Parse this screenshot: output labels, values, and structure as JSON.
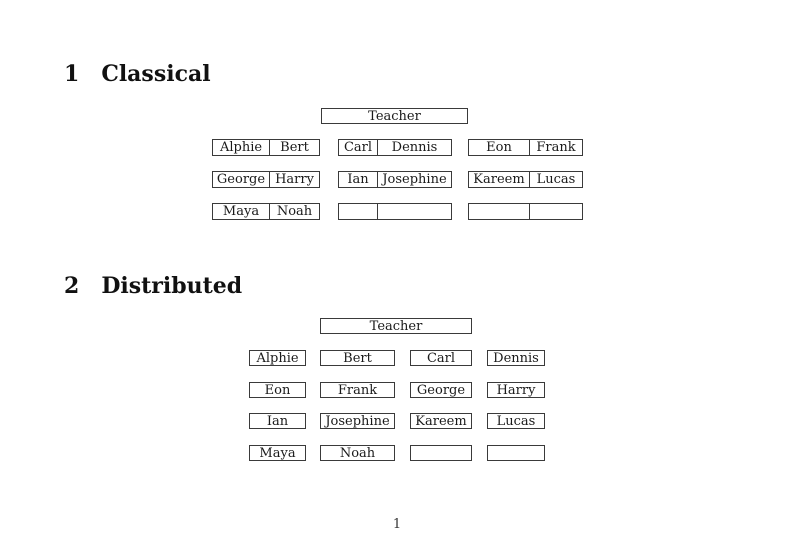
{
  "page": {
    "number_label": "1"
  },
  "colors": {
    "background": "#ffffff",
    "border": "#3a3a3a",
    "text": "#1a1a1a"
  },
  "sections": [
    {
      "number": "1",
      "title": "Classical",
      "teacher_label": "Teacher",
      "groups": [
        {
          "rows": [
            [
              "Alphie",
              "Bert"
            ],
            [
              "George",
              "Harry"
            ],
            [
              "Maya",
              "Noah"
            ]
          ]
        },
        {
          "rows": [
            [
              "Carl",
              "Dennis"
            ],
            [
              "Ian",
              "Josephine"
            ],
            [
              "",
              ""
            ]
          ]
        },
        {
          "rows": [
            [
              "Eon",
              "Frank"
            ],
            [
              "Kareem",
              "Lucas"
            ],
            [
              "",
              ""
            ]
          ]
        }
      ]
    },
    {
      "number": "2",
      "title": "Distributed",
      "teacher_label": "Teacher",
      "rows": [
        [
          "Alphie",
          "Bert",
          "Carl",
          "Dennis"
        ],
        [
          "Eon",
          "Frank",
          "George",
          "Harry"
        ],
        [
          "Ian",
          "Josephine",
          "Kareem",
          "Lucas"
        ],
        [
          "Maya",
          "Noah",
          "",
          ""
        ]
      ]
    }
  ]
}
